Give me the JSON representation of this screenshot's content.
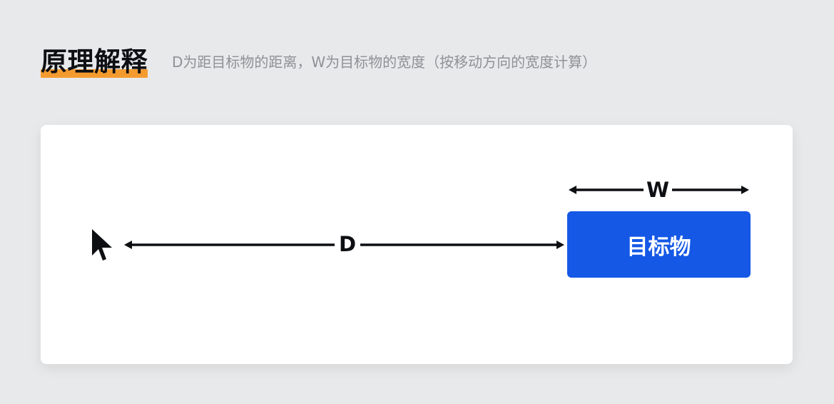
{
  "header": {
    "title": "原理解释",
    "subtitle": "D为距目标物的距离，W为目标物的宽度（按移动方向的宽度计算）"
  },
  "diagram": {
    "target_label": "目标物",
    "distance_label": "D",
    "width_label": "W"
  },
  "colors": {
    "background": "#e8e9ea",
    "highlight": "#f49b2f",
    "target": "#1558e6",
    "text": "#0d0f12"
  }
}
